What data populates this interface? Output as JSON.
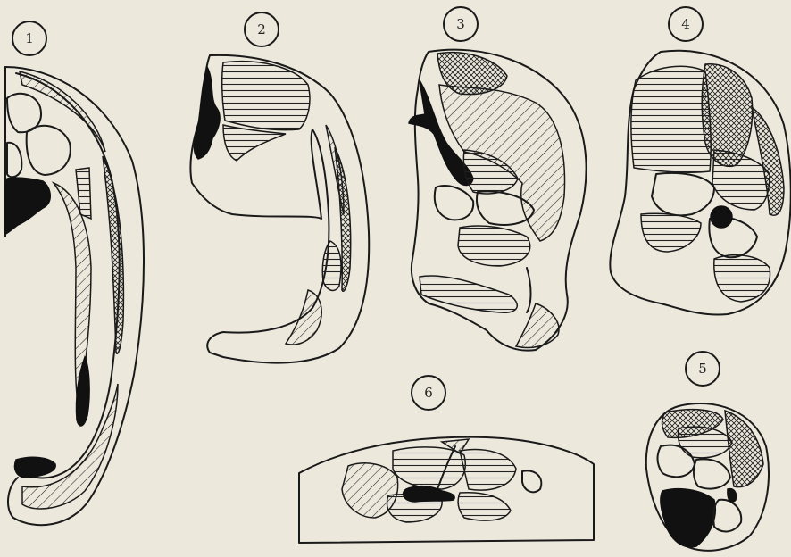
{
  "figure": {
    "labels": [
      "1",
      "2",
      "3",
      "4",
      "5",
      "6"
    ],
    "colors": {
      "paper": "#ece8dc",
      "ink": "#1a1a1a"
    }
  }
}
